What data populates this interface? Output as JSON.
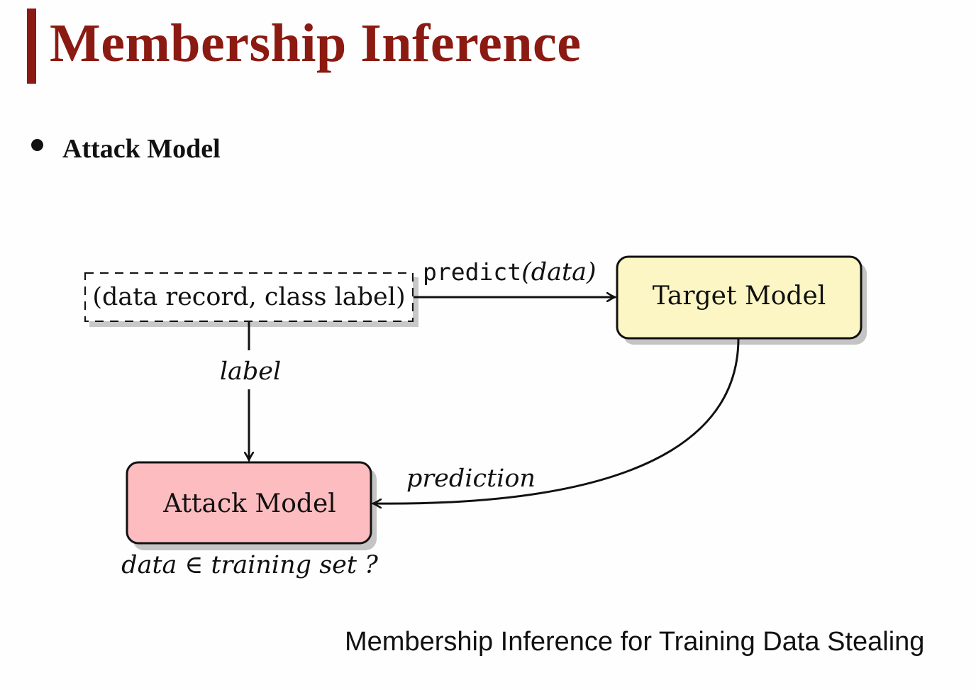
{
  "slide": {
    "title": "Membership Inference",
    "bullet": "Attack Model",
    "caption": "Membership Inference for Training Data Stealing"
  },
  "diagram": {
    "input_node": "(data record, class label)",
    "target_node": "Target Model",
    "attack_node": "Attack Model",
    "edge_predict_fn": "predict",
    "edge_predict_arg": "(data)",
    "edge_label": "label",
    "edge_prediction": "prediction",
    "output_question": "data ∈ training set ?"
  },
  "colors": {
    "title": "#8b1a12",
    "target_fill": "#fbf6c3",
    "attack_fill": "#fdbcc0"
  }
}
